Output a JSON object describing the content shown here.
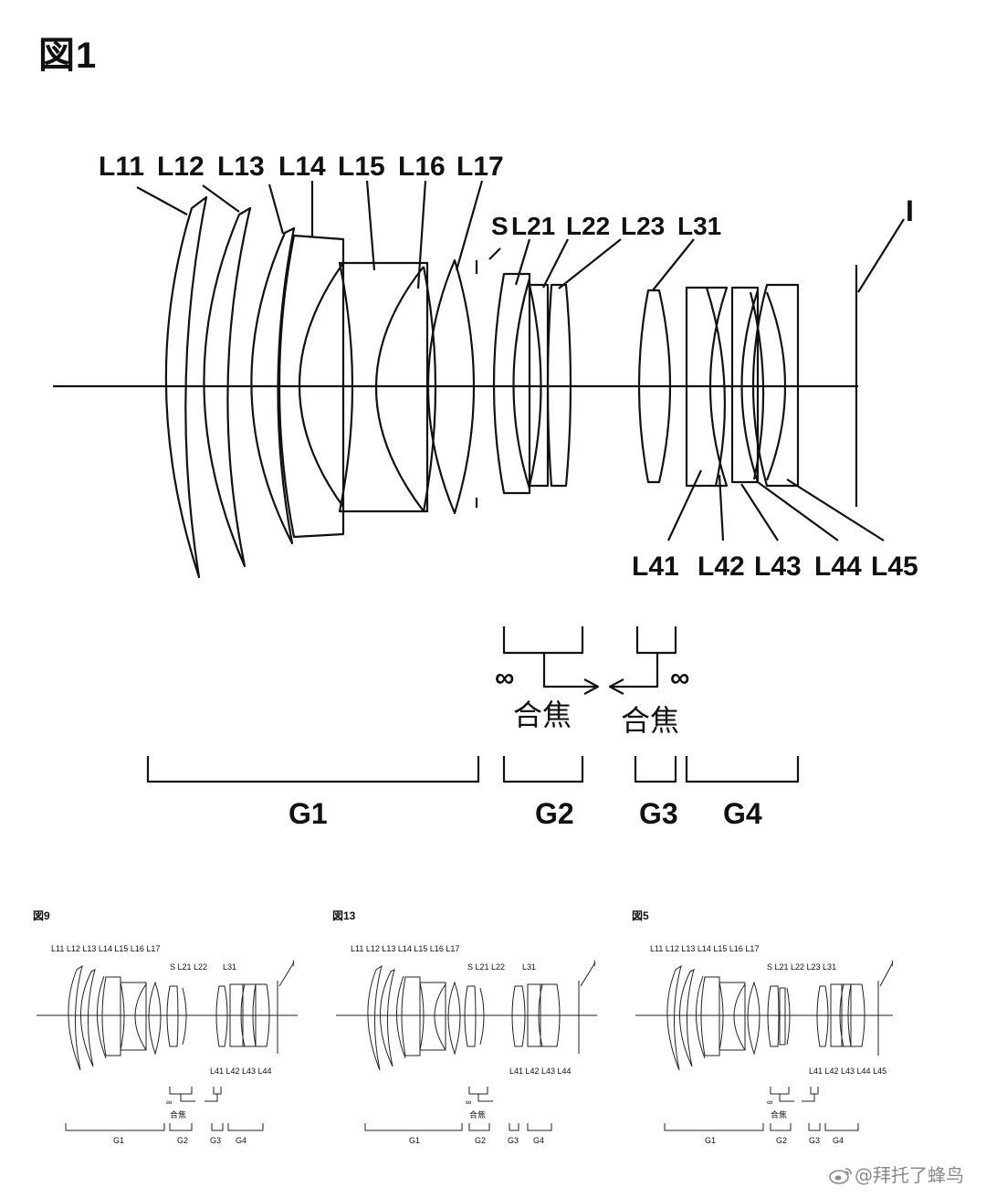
{
  "main_figure": {
    "title": "図1",
    "optical_axis": true,
    "image_plane_label": "I",
    "stop_label": "S",
    "lens_labels_top": [
      "L11",
      "L12",
      "L13",
      "L14",
      "L15",
      "L16",
      "L17"
    ],
    "lens_labels_mid": [
      "L21",
      "L22",
      "L23",
      "L31"
    ],
    "lens_labels_bottom": [
      "L41",
      "L42",
      "L43",
      "L44",
      "L45"
    ],
    "focus": {
      "infinity_symbol": "∞",
      "focus_label": "合焦"
    },
    "groups": [
      "G1",
      "G2",
      "G3",
      "G4"
    ]
  },
  "small_figures": [
    {
      "title": "図9",
      "top_labels": "L11 L12 L13 L14 L15 L16 L17",
      "mid_labels": "S L21 L22",
      "mid_labels_2": "L31",
      "bottom_labels": "L41 L42 L43 L44",
      "image_label": "I",
      "infinity": "∞",
      "focus_label": "合焦",
      "groups": [
        "G1",
        "G2",
        "G3",
        "G4"
      ]
    },
    {
      "title": "図13",
      "top_labels": "L11 L12 L13 L14 L15 L16 L17",
      "mid_labels": "S L21 L22",
      "mid_labels_2": "L31",
      "bottom_labels": "L41 L42 L43 L44",
      "image_label": "I",
      "infinity": "∞",
      "focus_label": "合焦",
      "groups": [
        "G1",
        "G2",
        "G3",
        "G4"
      ]
    },
    {
      "title": "図5",
      "top_labels": "L11 L12 L13 L14 L15 L16 L17",
      "mid_labels": "S L21 L22 L23 L31",
      "mid_labels_2": "",
      "bottom_labels": "L41 L42 L43 L44 L45",
      "image_label": "I",
      "infinity": "∞",
      "focus_label": "合焦",
      "groups": [
        "G1",
        "G2",
        "G3",
        "G4"
      ]
    }
  ],
  "watermark": {
    "text": "@拜托了蜂鸟",
    "icon": "weibo-icon"
  }
}
